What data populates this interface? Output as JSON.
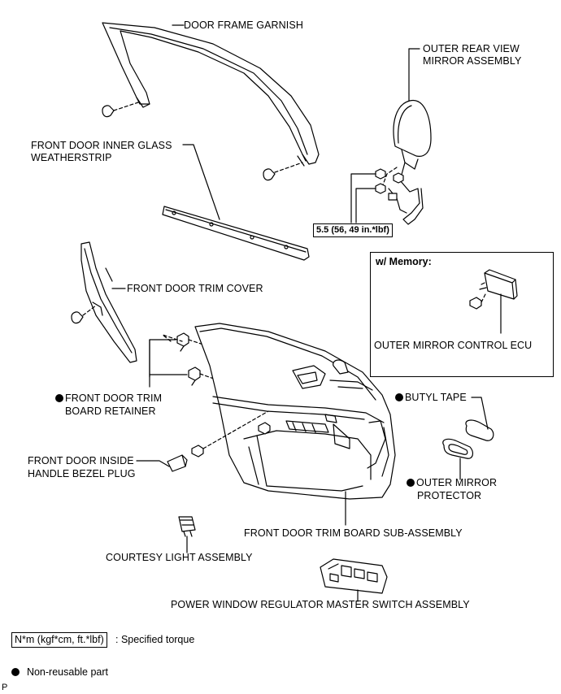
{
  "labels": {
    "door_frame_garnish": "DOOR FRAME GARNISH",
    "outer_mirror_line1": "OUTER REAR VIEW",
    "outer_mirror_line2": "MIRROR ASSEMBLY",
    "inner_glass_line1": "FRONT DOOR INNER GLASS",
    "inner_glass_line2": "WEATHERSTRIP",
    "trim_cover": "FRONT DOOR TRIM COVER",
    "retainer_line1": "FRONT DOOR TRIM",
    "retainer_line2": "BOARD RETAINER",
    "bezel_line1": "FRONT DOOR INSIDE",
    "bezel_line2": "HANDLE BEZEL PLUG",
    "courtesy_light": "COURTESY LIGHT ASSEMBLY",
    "trim_board": "FRONT DOOR TRIM BOARD SUB-ASSEMBLY",
    "power_window": "POWER WINDOW REGULATOR MASTER SWITCH ASSEMBLY",
    "butyl_tape": "BUTYL TAPE",
    "outer_protector_line1": "OUTER MIRROR",
    "outer_protector_line2": "PROTECTOR",
    "mirror_ecu": "OUTER MIRROR CONTROL ECU"
  },
  "torque": "5.5 (56, 49 in.*lbf)",
  "memory_box": {
    "title": "w/ Memory:"
  },
  "legend": {
    "torque_unit": "N*m (kgf*cm, ft.*lbf)",
    "torque_desc": ": Specified torque",
    "nonreusable": "Non-reusable part"
  },
  "footer_code": "P"
}
